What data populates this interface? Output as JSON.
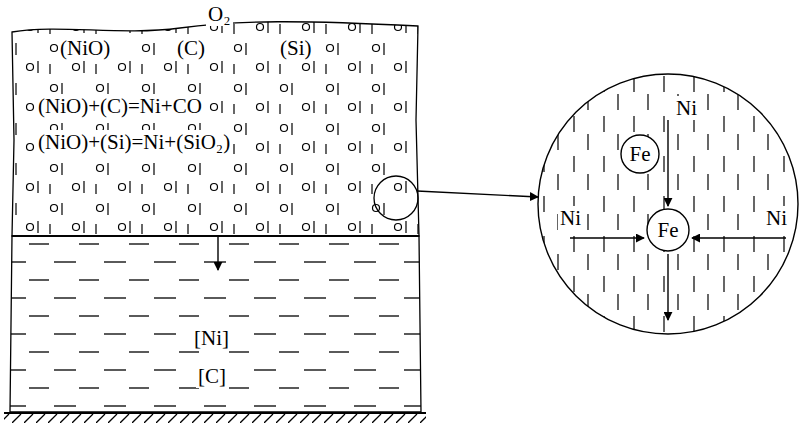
{
  "diagram": {
    "nodes": [
      {
        "text": [
          "(NiO)",
          "(C)",
          "(Si)",
          "(NiO)+(C)=Ni+CO",
          "(NiO)+(Si)=Ni+(SiO₂)"
        ]
      },
      {
        "text": [
          "[Ni]",
          "[C]"
        ]
      },
      {
        "text": [
          "Ni",
          "Ni",
          "Ni"
        ]
      },
      {
        "text": [
          "Fe"
        ],
        "in": 2
      },
      {
        "text": [
          "Fe"
        ],
        "in": 2
      }
    ],
    "labels": [
      "O₂"
    ]
  }
}
